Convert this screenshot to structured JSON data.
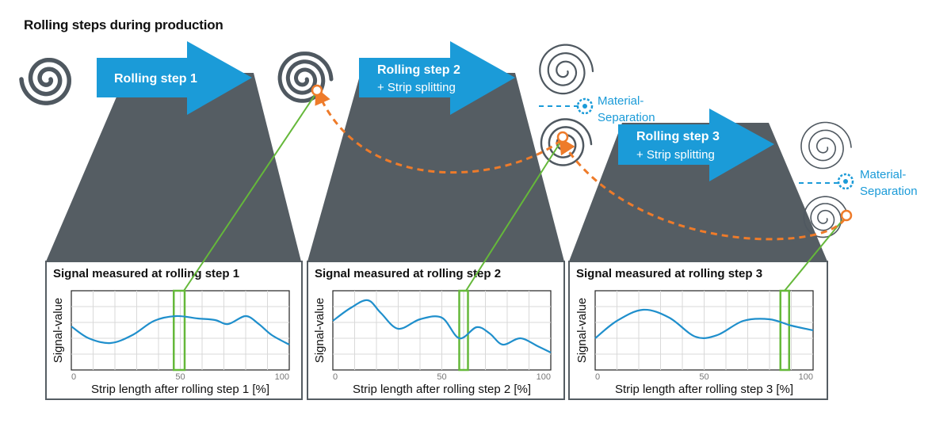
{
  "title": "Rolling steps during production",
  "steps": [
    {
      "label": "Rolling step 1",
      "sublabel": ""
    },
    {
      "label": "Rolling step 2",
      "sublabel": "+ Strip splitting"
    },
    {
      "label": "Rolling step 3",
      "sublabel": "+ Strip splitting"
    }
  ],
  "separation_labels": [
    {
      "line1": "Material-",
      "line2": "Separation"
    },
    {
      "line1": "Material-",
      "line2": "Separation"
    }
  ],
  "colors": {
    "arrow_blue": "#1b9bd8",
    "machine_gray": "#555d63",
    "coil_gray": "#4f5860",
    "signal_blue": "#1f8fcc",
    "marker_green": "#65b83a",
    "trace_orange": "#ee7b2a",
    "separation_blue": "#1b9bd8"
  },
  "chart_data": [
    {
      "type": "line",
      "title": "Signal measured at rolling step 1",
      "xlabel": "Strip length after rolling step 1 [%]",
      "ylabel": "Signal-value",
      "xlim": [
        0,
        100
      ],
      "xticks": [
        0,
        50,
        100
      ],
      "grid": true,
      "highlight_range": [
        47,
        52
      ],
      "series": [
        {
          "x": [
            0,
            8,
            18,
            28,
            38,
            48,
            58,
            66,
            72,
            80,
            86,
            92,
            100
          ],
          "y": [
            0.55,
            0.4,
            0.34,
            0.44,
            0.62,
            0.68,
            0.65,
            0.63,
            0.58,
            0.68,
            0.58,
            0.44,
            0.32
          ]
        }
      ]
    },
    {
      "type": "line",
      "title": "Signal measured at rolling step 2",
      "xlabel": "Strip length after rolling step 2 [%]",
      "ylabel": "Signal-value",
      "xlim": [
        0,
        100
      ],
      "xticks": [
        0,
        50,
        100
      ],
      "grid": true,
      "highlight_range": [
        58,
        62
      ],
      "series": [
        {
          "x": [
            0,
            8,
            16,
            22,
            30,
            40,
            50,
            58,
            66,
            72,
            78,
            86,
            94,
            100
          ],
          "y": [
            0.62,
            0.78,
            0.88,
            0.72,
            0.52,
            0.64,
            0.66,
            0.4,
            0.54,
            0.46,
            0.32,
            0.4,
            0.3,
            0.22
          ]
        }
      ]
    },
    {
      "type": "line",
      "title": "Signal measured at rolling step 3",
      "xlabel": "Strip length after rolling step 3 [%]",
      "ylabel": "Signal-value",
      "xlim": [
        0,
        100
      ],
      "xticks": [
        0,
        50,
        100
      ],
      "grid": true,
      "highlight_range": [
        85,
        89
      ],
      "series": [
        {
          "x": [
            0,
            10,
            22,
            34,
            46,
            56,
            68,
            80,
            90,
            100
          ],
          "y": [
            0.4,
            0.62,
            0.76,
            0.66,
            0.42,
            0.44,
            0.62,
            0.64,
            0.56,
            0.5
          ]
        }
      ]
    }
  ]
}
